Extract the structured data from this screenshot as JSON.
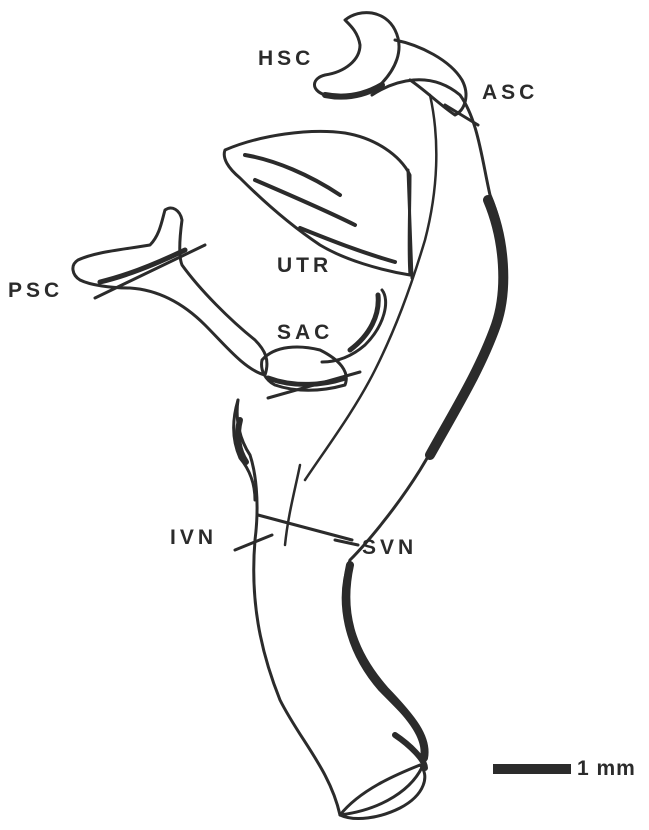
{
  "labels": {
    "hsc": "HSC",
    "asc": "ASC",
    "psc": "PSC",
    "utr": "UTR",
    "sac": "SAC",
    "ivn": "IVN",
    "svn": "SVN"
  },
  "scale_bar": {
    "label": "1 mm"
  },
  "colors": {
    "ink": "#2b2b2b",
    "background": "#ffffff"
  }
}
